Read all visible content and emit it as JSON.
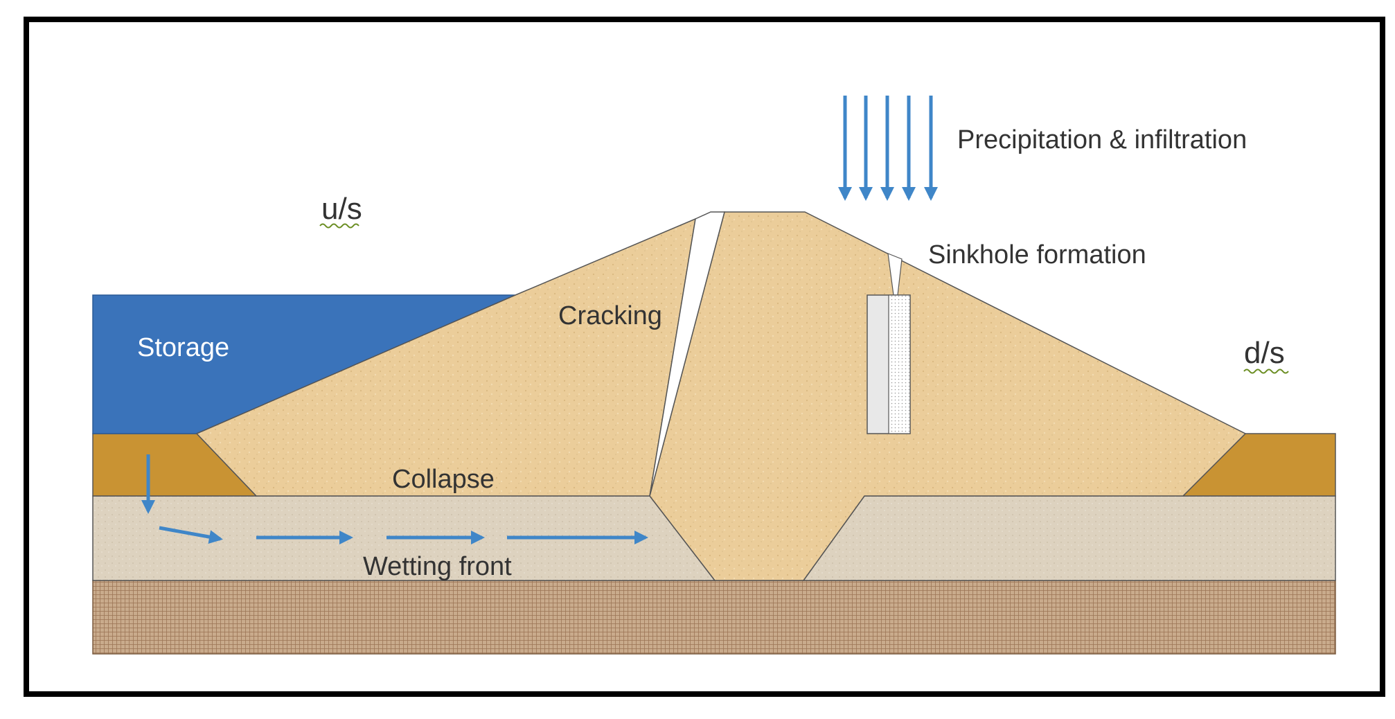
{
  "labels": {
    "upstream": "u/s",
    "downstream": "d/s",
    "storage": "Storage",
    "cracking": "Cracking",
    "collapse": "Collapse",
    "wetting_front": "Wetting front",
    "sinkhole": "Sinkhole formation",
    "precipitation": "Precipitation & infiltration"
  },
  "colors": {
    "water": "#3a73ba",
    "embankment": "#ebcd9a",
    "shoulder": "#c99333",
    "foundation": "#ddd2bf",
    "bedrock": "#b89677",
    "arrow": "#3f86c8",
    "frame": "#000000"
  }
}
